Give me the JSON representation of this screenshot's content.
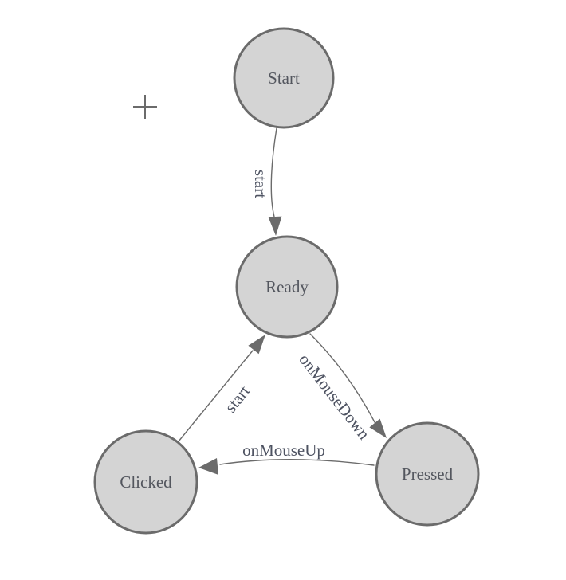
{
  "diagram": {
    "type": "state-machine",
    "background_color": "#ffffff",
    "colors": {
      "node_fill": "#d4d4d4",
      "node_stroke": "#6b6b6b",
      "edge_color": "#6b6b6b",
      "node_label_color": "#53565e",
      "edge_label_color": "#4d5261"
    },
    "icons": {
      "origin_crosshair": "plus-crosshair"
    },
    "nodes": [
      {
        "id": "start",
        "label": "Start"
      },
      {
        "id": "ready",
        "label": "Ready"
      },
      {
        "id": "clicked",
        "label": "Clicked"
      },
      {
        "id": "pressed",
        "label": "Pressed"
      }
    ],
    "edges": [
      {
        "from": "start",
        "to": "ready",
        "label": "start"
      },
      {
        "from": "clicked",
        "to": "ready",
        "label": "start"
      },
      {
        "from": "ready",
        "to": "pressed",
        "label": "onMouseDown"
      },
      {
        "from": "pressed",
        "to": "clicked",
        "label": "onMouseUp"
      }
    ]
  }
}
